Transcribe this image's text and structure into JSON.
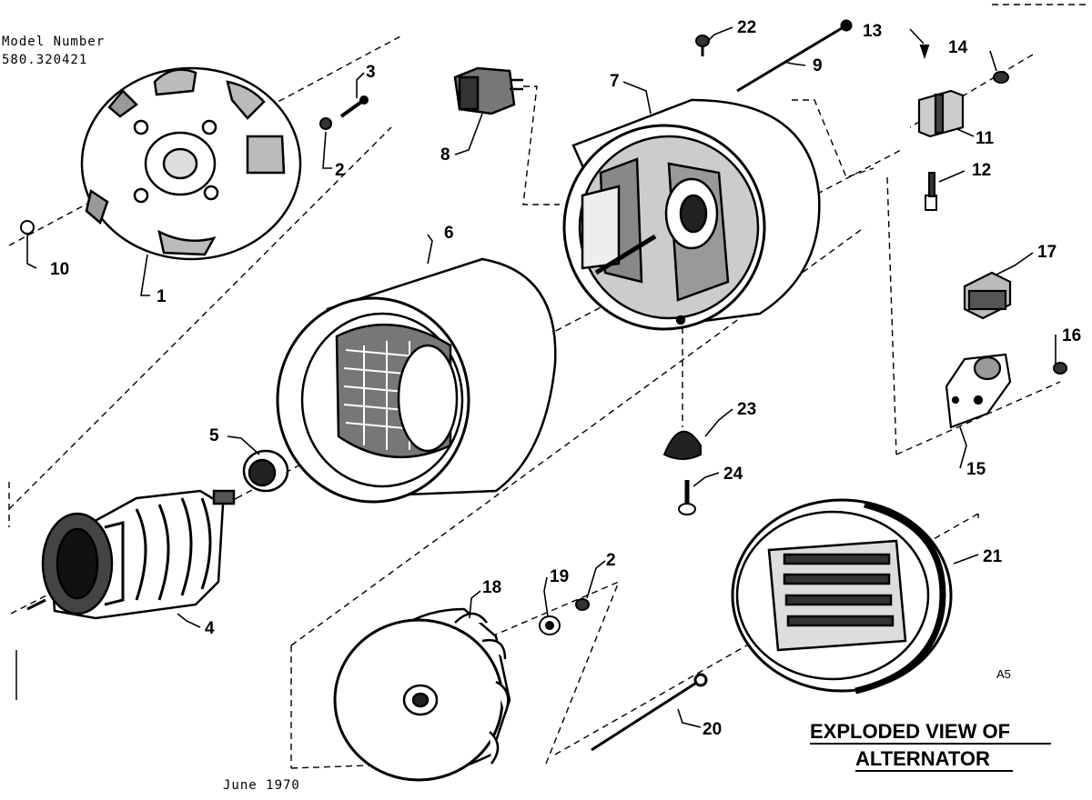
{
  "header": {
    "model_label": "Model Number",
    "model_number": "580.320421"
  },
  "title": {
    "line1": "EXPLODED VIEW OF",
    "line2": "ALTERNATOR"
  },
  "footer": {
    "date": "June 1970",
    "mark": "A5"
  },
  "callouts": {
    "c1": "1",
    "c2a": "2",
    "c2b": "2",
    "c3": "3",
    "c4": "4",
    "c5": "5",
    "c6": "6",
    "c7": "7",
    "c8": "8",
    "c9": "9",
    "c10": "10",
    "c11": "11",
    "c12": "12",
    "c13": "13",
    "c14": "14",
    "c15": "15",
    "c16": "16",
    "c17": "17",
    "c18": "18",
    "c19": "19",
    "c20": "20",
    "c21": "21",
    "c22": "22",
    "c23": "23",
    "c24": "24"
  }
}
